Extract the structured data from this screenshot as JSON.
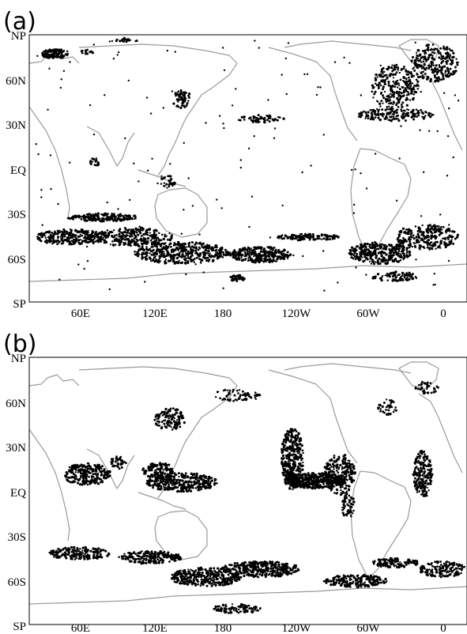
{
  "figure": {
    "panels": [
      {
        "label": "(a)",
        "y_ticks": [
          "NP",
          "60N",
          "30N",
          "EQ",
          "30S",
          "60S",
          "SP"
        ],
        "x_ticks": [
          "60E",
          "120E",
          "180",
          "120W",
          "60W",
          "0"
        ]
      },
      {
        "label": "(b)",
        "y_ticks": [
          "NP",
          "60N",
          "30N",
          "EQ",
          "30S",
          "60S",
          "SP"
        ],
        "x_ticks": [
          "60E",
          "120E",
          "180",
          "120W",
          "60W",
          "0"
        ]
      }
    ],
    "colors": {
      "coastline": "#9a9a9a",
      "points": "#000000",
      "frame": "#000000"
    }
  }
}
